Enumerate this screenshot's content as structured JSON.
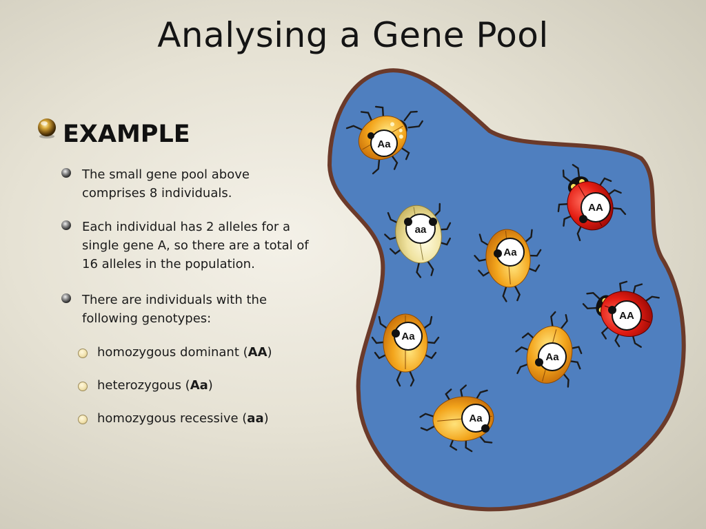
{
  "slide": {
    "title": "Analysing a Gene Pool",
    "heading": "EXAMPLE",
    "points": [
      "The small gene pool above comprises 8 individuals.",
      "Each individual has 2 alleles for a single gene A, so there are a total of 16 alleles in the population.",
      "There are individuals with the following genotypes:"
    ],
    "genotypes": [
      {
        "label": "homozygous dominant (",
        "code": "AA",
        "end": ")"
      },
      {
        "label": "heterozygous (",
        "code": "Aa",
        "end": ")"
      },
      {
        "label": "homozygous recessive (",
        "code": "aa",
        "end": ")"
      }
    ]
  },
  "pool": {
    "fill": "#4f7fbf",
    "border": "#6b3a2a",
    "ladybirds": [
      {
        "genotype": "Aa",
        "color": "orange"
      },
      {
        "genotype": "AA",
        "color": "red"
      },
      {
        "genotype": "aa",
        "color": "cream"
      },
      {
        "genotype": "Aa",
        "color": "orange"
      },
      {
        "genotype": "AA",
        "color": "red"
      },
      {
        "genotype": "Aa",
        "color": "orange"
      },
      {
        "genotype": "Aa",
        "color": "orange"
      },
      {
        "genotype": "Aa",
        "color": "orange"
      }
    ]
  }
}
